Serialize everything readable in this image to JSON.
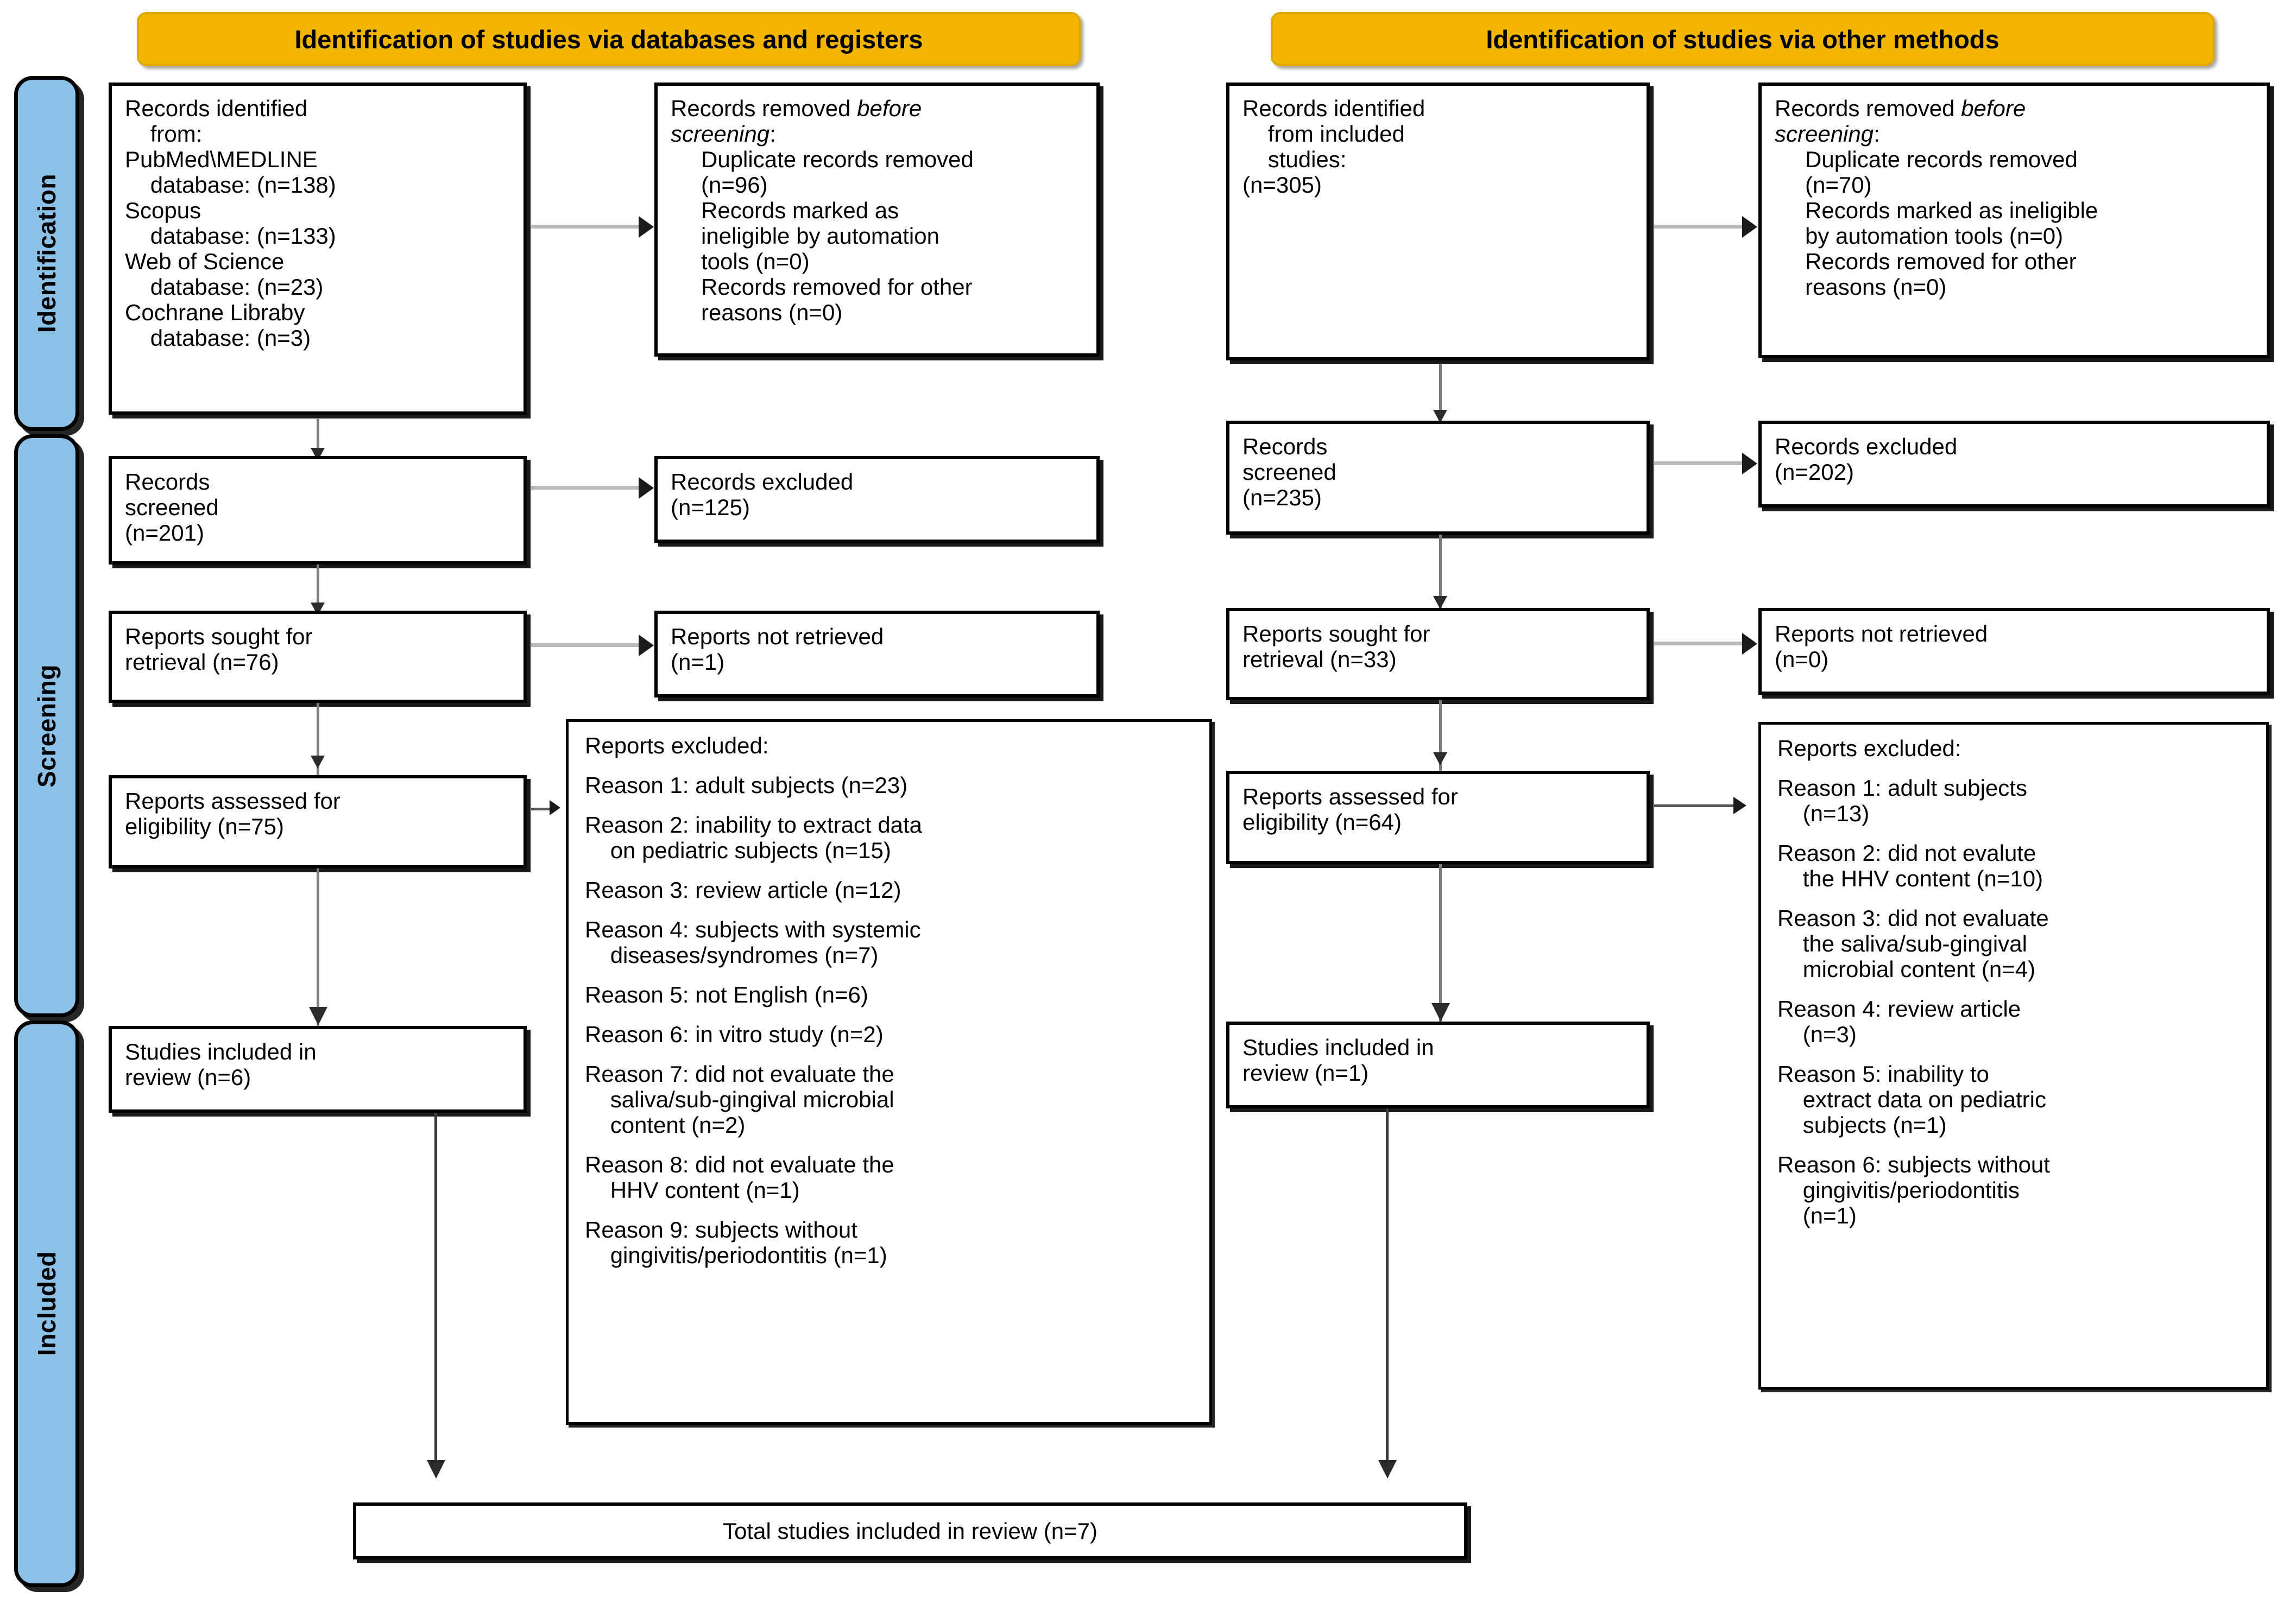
{
  "phases": [
    {
      "label": "Identification"
    },
    {
      "label": "Screening"
    },
    {
      "label": "Included"
    }
  ],
  "columns": {
    "left": {
      "banner": "Identification of studies via databases and registers",
      "identified": {
        "head": "Records identified\n    from:",
        "sources": "PubMed\\MEDLINE\n    database: (n=138)\nScopus\n    database: (n=133)\nWeb of Science\n    database: (n=23)\nCochrane Libraby\n    database: (n=3)"
      },
      "removed": {
        "head_a": "Records removed ",
        "head_b": "before\nscreening",
        "head_c": ":",
        "items": "Duplicate records removed\n(n=96)\nRecords marked as\nineligible by automation\ntools (n=0)\nRecords removed for other\nreasons (n=0)"
      },
      "screened": "Records\nscreened\n(n=201)",
      "records_excluded": "Records excluded\n(n=125)",
      "sought": "Reports sought for\nretrieval (n=76)",
      "not_retrieved": "Reports not retrieved\n(n=1)",
      "assessed": "Reports assessed for\neligibility (n=75)",
      "included": "Studies included in\nreview (n=6)",
      "excluded_title": "Reports excluded:",
      "excluded_reasons": [
        "Reason 1: adult subjects (n=23)",
        "Reason 2: inability to extract data\n    on pediatric subjects (n=15)",
        "Reason 3: review article (n=12)",
        "Reason 4: subjects with systemic\n    diseases/syndromes (n=7)",
        "Reason 5: not English (n=6)",
        "Reason 6: in vitro study (n=2)",
        "Reason 7: did not evaluate the\n    saliva/sub-gingival microbial\n    content (n=2)",
        "Reason 8: did not evaluate the\n    HHV content (n=1)",
        "Reason 9: subjects without\n    gingivitis/periodontitis (n=1)"
      ]
    },
    "right": {
      "banner": "Identification of studies via other methods",
      "identified": {
        "head": "Records identified\n    from included\n    studies:\n(n=305)"
      },
      "removed": {
        "head_a": "Records removed ",
        "head_b": "before\nscreening",
        "head_c": ":",
        "items": "Duplicate records removed\n(n=70)\nRecords marked as ineligible\nby automation tools (n=0)\nRecords removed for other\nreasons (n=0)"
      },
      "screened": "Records\nscreened\n(n=235)",
      "records_excluded": "Records excluded\n(n=202)",
      "sought": "Reports sought for\nretrieval (n=33)",
      "not_retrieved": "Reports not retrieved\n(n=0)",
      "assessed": "Reports assessed for\neligibility (n=64)",
      "included": "Studies included in\nreview (n=1)",
      "excluded_title": "Reports excluded:",
      "excluded_reasons": [
        "Reason 1: adult subjects\n    (n=13)",
        "Reason 2: did not evalute\n    the HHV content (n=10)",
        "Reason 3: did not evaluate\n    the saliva/sub-gingival\n    microbial content (n=4)",
        "Reason 4: review article\n    (n=3)",
        "Reason 5: inability to\n    extract data on pediatric\n    subjects (n=1)",
        "Reason 6: subjects without\n    gingivitis/periodontitis\n    (n=1)"
      ]
    }
  },
  "total": "Total studies included in review (n=7)",
  "colors": {
    "banner_fill": "#F3B600",
    "phase_fill": "#8CC1E8",
    "box_border": "#000000",
    "connector": "#808080"
  }
}
